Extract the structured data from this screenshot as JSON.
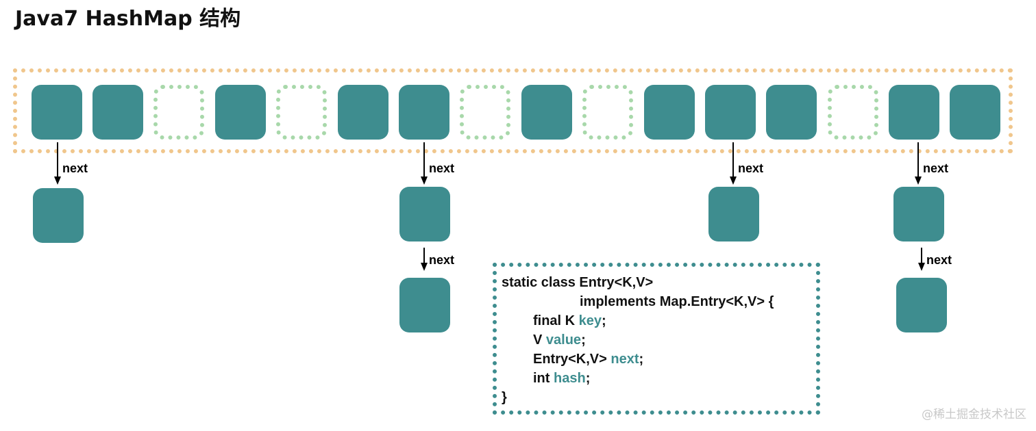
{
  "title": "Java7 HashMap 结构",
  "bucket_slots": [
    {
      "state": "filled"
    },
    {
      "state": "filled"
    },
    {
      "state": "empty"
    },
    {
      "state": "filled"
    },
    {
      "state": "empty"
    },
    {
      "state": "filled"
    },
    {
      "state": "filled"
    },
    {
      "state": "empty"
    },
    {
      "state": "filled"
    },
    {
      "state": "empty"
    },
    {
      "state": "filled"
    },
    {
      "state": "filled"
    },
    {
      "state": "filled"
    },
    {
      "state": "empty"
    },
    {
      "state": "filled"
    },
    {
      "state": "filled"
    }
  ],
  "next_label": "next",
  "entry_code": {
    "line1": "static class Entry<K,V>",
    "line2": "implements Map.Entry<K,V> {",
    "line3_kw": "final K ",
    "line3_id": "key",
    "line4_kw": "V ",
    "line4_id": "value",
    "line5_kw": "Entry<K,V> ",
    "line5_id": "next",
    "line6_kw": "int ",
    "line6_id": "hash",
    "semicolon": ";",
    "close": "}"
  },
  "watermark": "@稀土掘金技术社区",
  "colors": {
    "node_fill": "#3e8d8f",
    "empty_slot_border": "#a8d8aa",
    "array_border": "#f0c68c",
    "code_highlight": "#3e8d8f"
  }
}
